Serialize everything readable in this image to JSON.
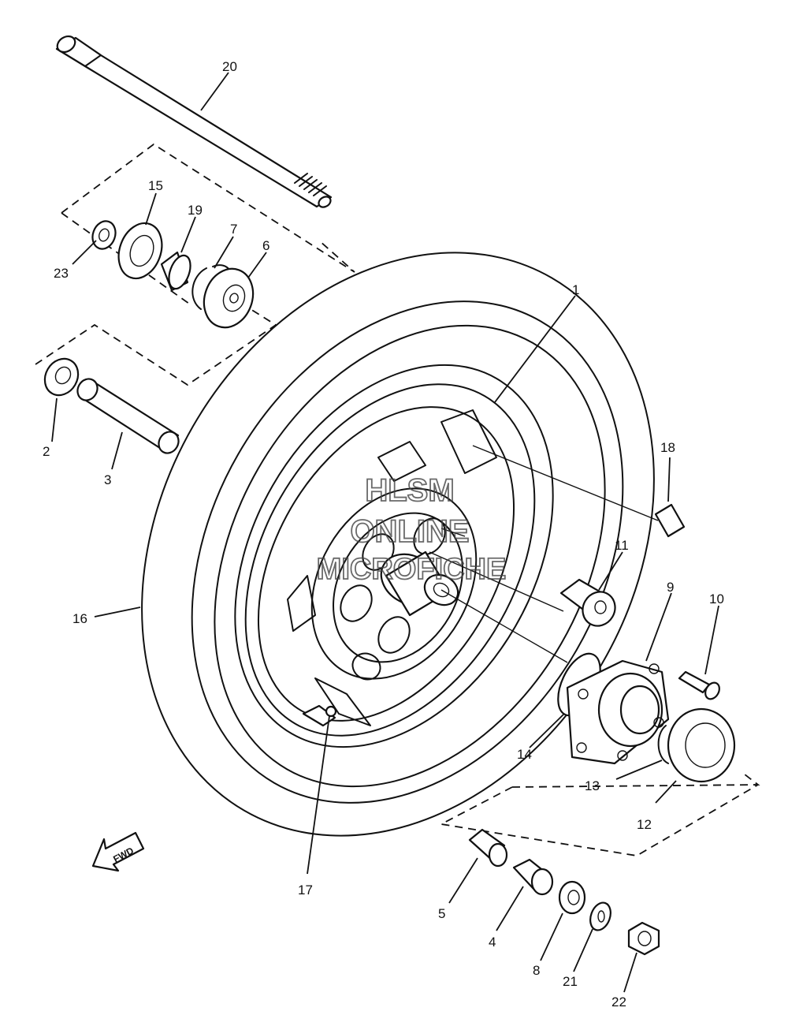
{
  "watermark": {
    "line1": "HLSM",
    "line2": "ONLINE",
    "line3": "MICROFICHE"
  },
  "direction_marker": {
    "label": "FWD",
    "icon": "fwd-arrow-icon"
  },
  "callouts": [
    {
      "part": "1",
      "label": "1"
    },
    {
      "part": "2",
      "label": "2"
    },
    {
      "part": "3",
      "label": "3"
    },
    {
      "part": "4",
      "label": "4"
    },
    {
      "part": "5",
      "label": "5"
    },
    {
      "part": "6",
      "label": "6"
    },
    {
      "part": "7",
      "label": "7"
    },
    {
      "part": "8",
      "label": "8"
    },
    {
      "part": "9",
      "label": "9"
    },
    {
      "part": "10",
      "label": "10"
    },
    {
      "part": "11",
      "label": "11"
    },
    {
      "part": "12",
      "label": "12"
    },
    {
      "part": "13",
      "label": "13"
    },
    {
      "part": "14",
      "label": "14"
    },
    {
      "part": "15",
      "label": "15"
    },
    {
      "part": "16",
      "label": "16"
    },
    {
      "part": "17",
      "label": "17"
    },
    {
      "part": "18",
      "label": "18"
    },
    {
      "part": "19",
      "label": "19"
    },
    {
      "part": "20",
      "label": "20"
    },
    {
      "part": "21",
      "label": "21"
    },
    {
      "part": "22",
      "label": "22"
    },
    {
      "part": "23",
      "label": "23"
    }
  ]
}
